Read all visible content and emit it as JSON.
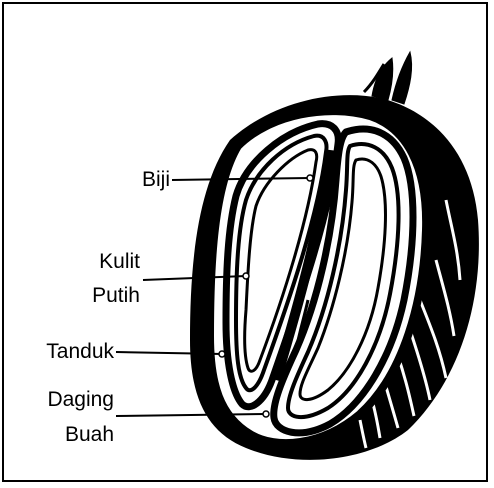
{
  "diagram": {
    "labels": {
      "biji": "Biji",
      "kulit_putih_line1": "Kulit",
      "kulit_putih_line2": "Putih",
      "tanduk": "Tanduk",
      "daging_buah_line1": "Daging",
      "daging_buah_line2": "Buah"
    }
  }
}
